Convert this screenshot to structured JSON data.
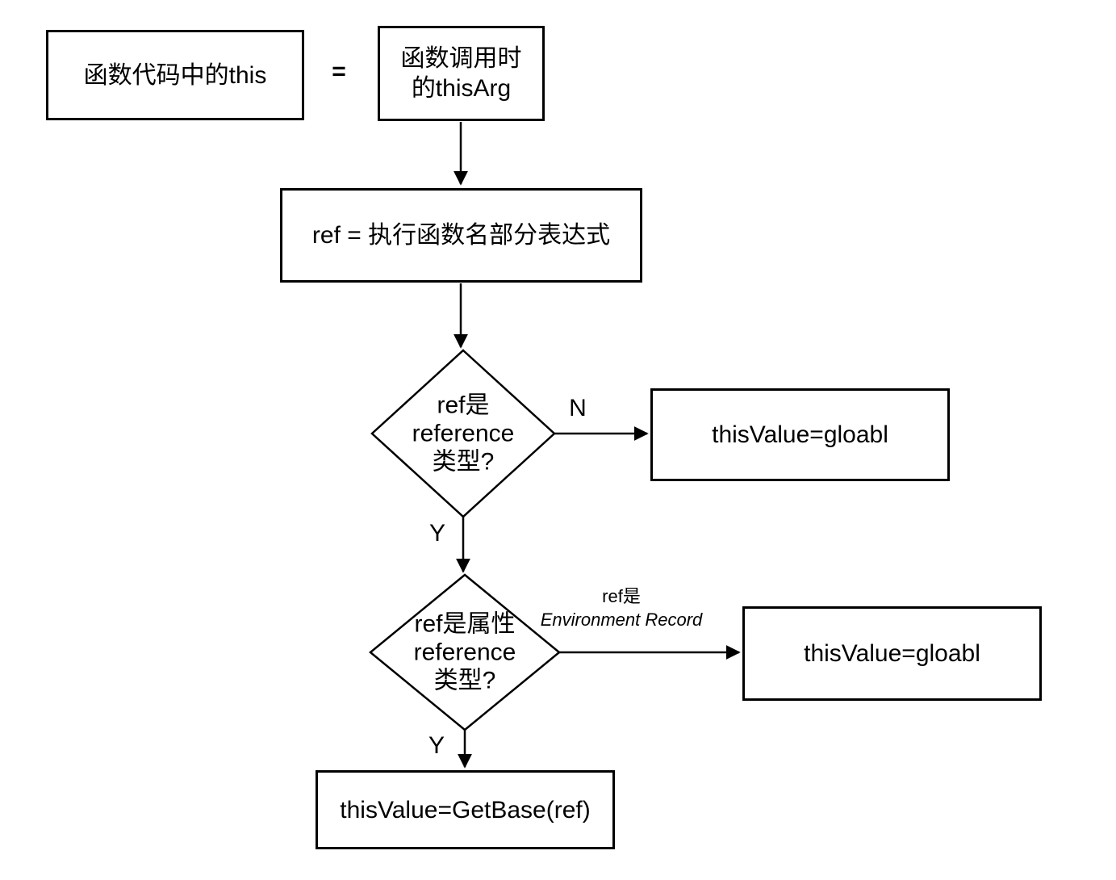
{
  "canvas": {
    "background": "#ffffff",
    "stroke_color": "#000000"
  },
  "nodes": {
    "this_in_code": {
      "label": "函数代码中的this"
    },
    "equals_sign": "=",
    "thisarg": {
      "line1": "函数调用时",
      "line2": "的thisArg"
    },
    "ref_expr": {
      "label": "ref = 执行函数名部分表达式"
    },
    "is_reference": {
      "line1": "ref是",
      "line2": "reference",
      "line3": "类型?"
    },
    "global_1": {
      "label": "thisValue=gloabl"
    },
    "is_property_reference": {
      "line1": "ref是属性",
      "line2": "reference",
      "line3": "类型?"
    },
    "global_2": {
      "label": "thisValue=gloabl"
    },
    "getbase": {
      "label": "thisValue=GetBase(ref)"
    }
  },
  "edge_labels": {
    "no": "N",
    "yes_1": "Y",
    "yes_2": "Y",
    "env_record_line1": "ref是",
    "env_record_line2": "Environment Record"
  }
}
